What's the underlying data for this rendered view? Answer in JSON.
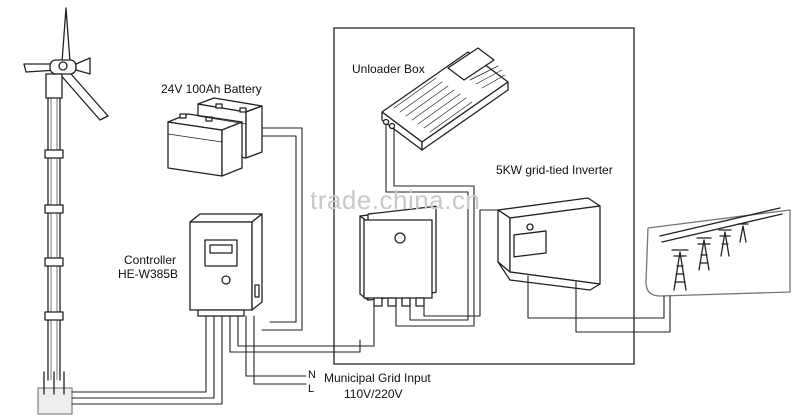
{
  "labels": {
    "battery": "24V  100Ah Battery",
    "unloader": "Unloader Box",
    "inverter": "5KW grid-tied Inverter",
    "controller_line1": "Controller",
    "controller_line2": "HE-W385B",
    "grid_input": "Municipal Grid Input",
    "grid_voltage": "110V/220V",
    "n_terminal": "N",
    "l_terminal": "L"
  },
  "watermark": "trade.china.cn",
  "colors": {
    "line": "#222222",
    "fill": "#ffffff",
    "watermark": "#c9c9c9"
  }
}
